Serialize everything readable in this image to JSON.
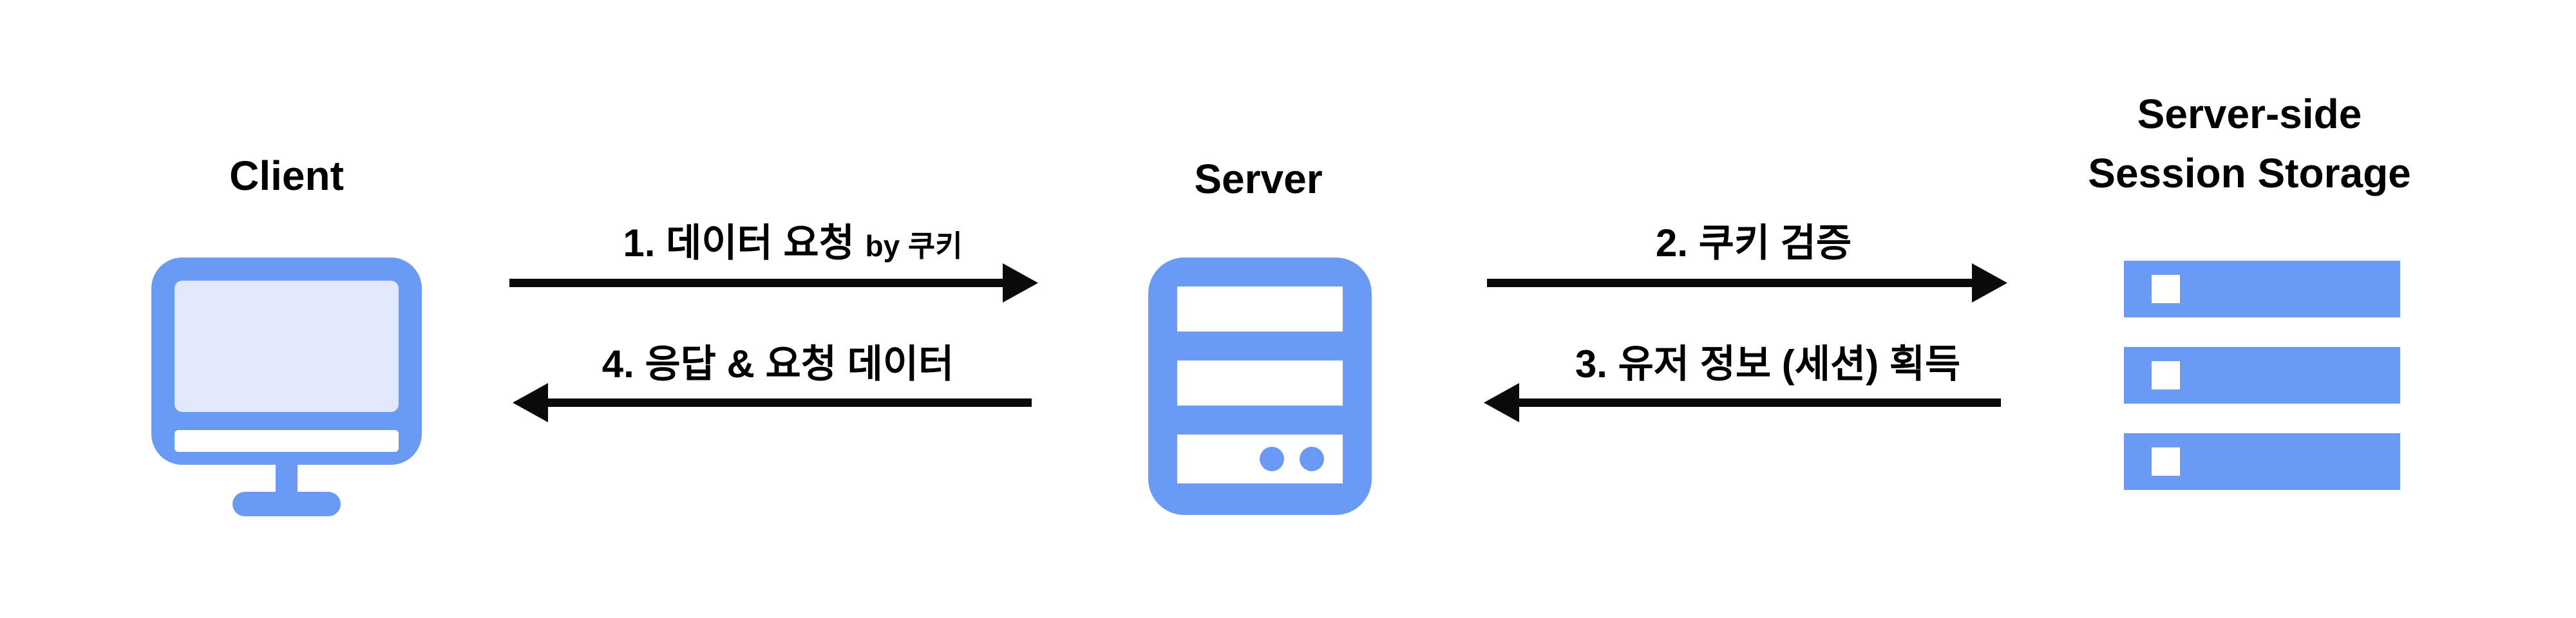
{
  "colors": {
    "icon_blue": "#6A9AF3",
    "screen_light": "#E0E8FB",
    "arrow_black": "#0A0A0A",
    "background": "#FFFFFF"
  },
  "client": {
    "label": "Client"
  },
  "server": {
    "label": "Server"
  },
  "storage": {
    "label_line1": "Server-side",
    "label_line2": "Session Storage"
  },
  "arrow1": {
    "label_main": "1. 데이터 요청",
    "label_small": "by 쿠키",
    "direction": "right",
    "from": "Client",
    "to": "Server"
  },
  "arrow4": {
    "label": "4. 응답 & 요청 데이터",
    "direction": "left",
    "from": "Server",
    "to": "Client"
  },
  "arrow2": {
    "label": "2. 쿠키 검증",
    "direction": "right",
    "from": "Server",
    "to": "Server-side Session Storage"
  },
  "arrow3": {
    "label": "3. 유저 정보 (세션) 획득",
    "direction": "left",
    "from": "Server-side Session Storage",
    "to": "Server"
  }
}
